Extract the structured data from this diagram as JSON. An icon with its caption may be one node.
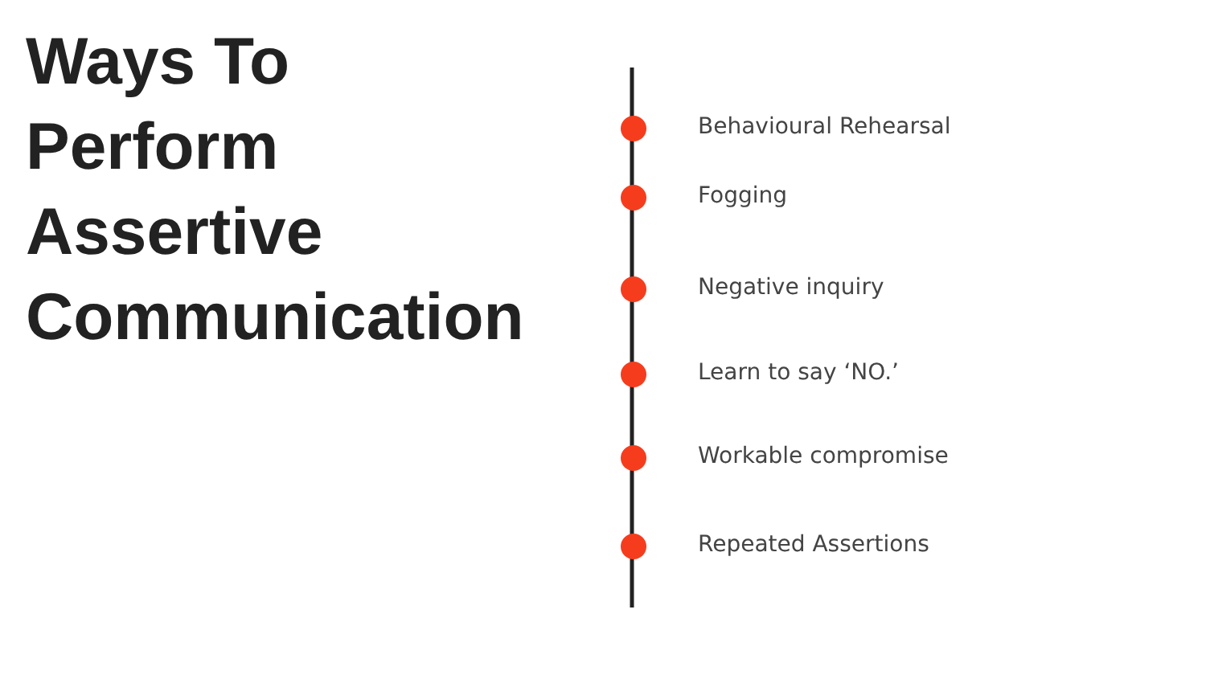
{
  "diagram": {
    "title": "Ways To Perform Assertive Communication",
    "labels": [
      "Behavioural Rehearsal",
      "Fogging",
      "Negative inquiry",
      "Learn to say ‘NO.’",
      "Workable compromise",
      "Repeated Assertions"
    ]
  }
}
